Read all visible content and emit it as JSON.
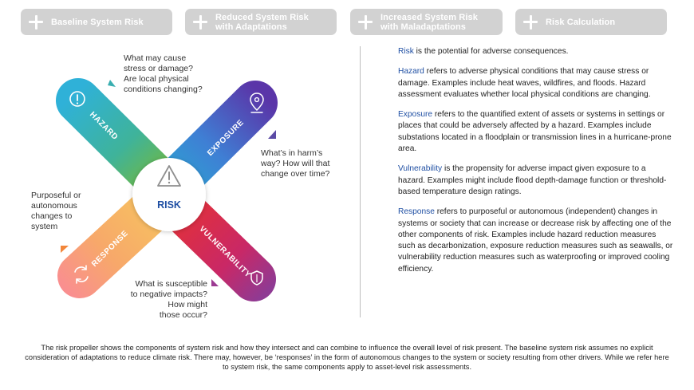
{
  "tabs": [
    {
      "label": "Baseline System Risk"
    },
    {
      "label": "Reduced System Risk\nwith Adaptations"
    },
    {
      "label": "Increased System Risk\nwith Maladaptations"
    },
    {
      "label": "Risk Calculation"
    }
  ],
  "diagram": {
    "center_label": "RISK",
    "blades": {
      "hazard": "HAZARD",
      "exposure": "EXPOSURE",
      "vulnerability": "VULNERABILITY",
      "response": "RESPONSE"
    },
    "questions": {
      "hazard": "What may cause\nstress or damage?\nAre local physical\nconditions changing?",
      "exposure": "What’s in harm’s\nway? How will that\nchange over time?",
      "response": "Purposeful or\nautonomous\nchanges to\nsystem",
      "vulnerability": "What is susceptible\nto negative impacts?\nHow might\nthose occur?"
    },
    "colors": {
      "hazard": "#3aa7c9",
      "exposure": "#5b3fa6",
      "vulnerability": "#c22a5a",
      "response": "#f2a26b"
    },
    "icons": {
      "hazard": "exclamation-circle-icon",
      "exposure": "location-pin-icon",
      "vulnerability": "shield-icon",
      "response": "cycle-arrows-icon",
      "center": "warning-triangle-icon"
    }
  },
  "definitions": [
    {
      "term": "Risk",
      "text": " is the potential for adverse consequences."
    },
    {
      "term": "Hazard",
      "text": " refers to adverse physical conditions that may cause stress or damage. Examples include heat waves, wildfires, and floods. Hazard assessment evaluates whether local physical conditions are changing."
    },
    {
      "term": "Exposure",
      "text": " refers to the quantified extent of assets or systems in settings or places that could be adversely affected by a hazard. Examples include substations located in a floodplain or transmission lines in a hurricane-prone area."
    },
    {
      "term": "Vulnerability",
      "text": " is the propensity for adverse impact given exposure to a hazard. Examples might include flood depth-damage function or threshold-based temperature design ratings."
    },
    {
      "term": "Response",
      "text": " refers to purposeful or autonomous (independent) changes in systems or society that can increase or decrease risk by affecting one of the other components of risk. Examples include hazard reduction measures such as decarbonization, exposure reduction measures such as seawalls, or vulnerability reduction measures such as waterproofing or improved cooling efficiency."
    }
  ],
  "caption": "The risk propeller shows the components of system risk and how they intersect and can combine to influence the overall level of risk present. The baseline system risk assumes no explicit consideration of adaptations to reduce climate risk. There may, however, be ‘responses’ in the form of autonomous changes to the system or society resulting from other drivers. While we refer here to system risk, the same components apply to asset-level risk assessments."
}
